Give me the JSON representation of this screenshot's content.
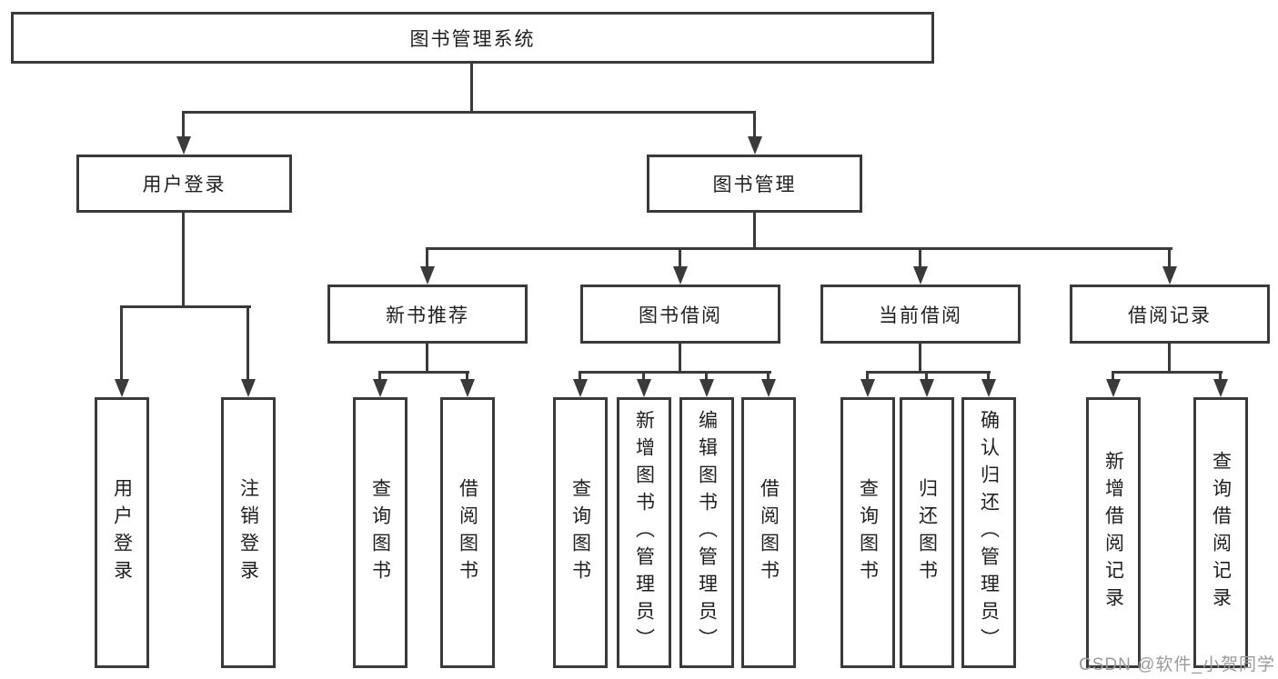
{
  "diagram": {
    "title": "图书管理系统",
    "nodes": {
      "root": "图书管理系统",
      "user_login": "用户登录",
      "book_mgmt": "图书管理",
      "new_books": "新书推荐",
      "book_borrow": "图书借阅",
      "current_borrow": "当前借阅",
      "borrow_records": "借阅记录",
      "leaves": {
        "ul1": "用户登录",
        "ul2": "注销登录",
        "nb1": "查询图书",
        "nb2": "借阅图书",
        "bb1": "查询图书",
        "bb2": "新增图书（管理员）",
        "bb3": "编辑图书（管理员）",
        "bb4": "借阅图书",
        "cb1": "查询图书",
        "cb2": "归还图书",
        "cb3": "确认归还（管理员）",
        "br1": "新增借阅记录",
        "br2": "查询借阅记录"
      }
    }
  },
  "watermark": "CSDN @软件_小贺同学",
  "colors": {
    "line": "#3a3a3a",
    "text": "#1f1f1f",
    "watermark": "#9b9b9b",
    "background": "#ffffff"
  }
}
